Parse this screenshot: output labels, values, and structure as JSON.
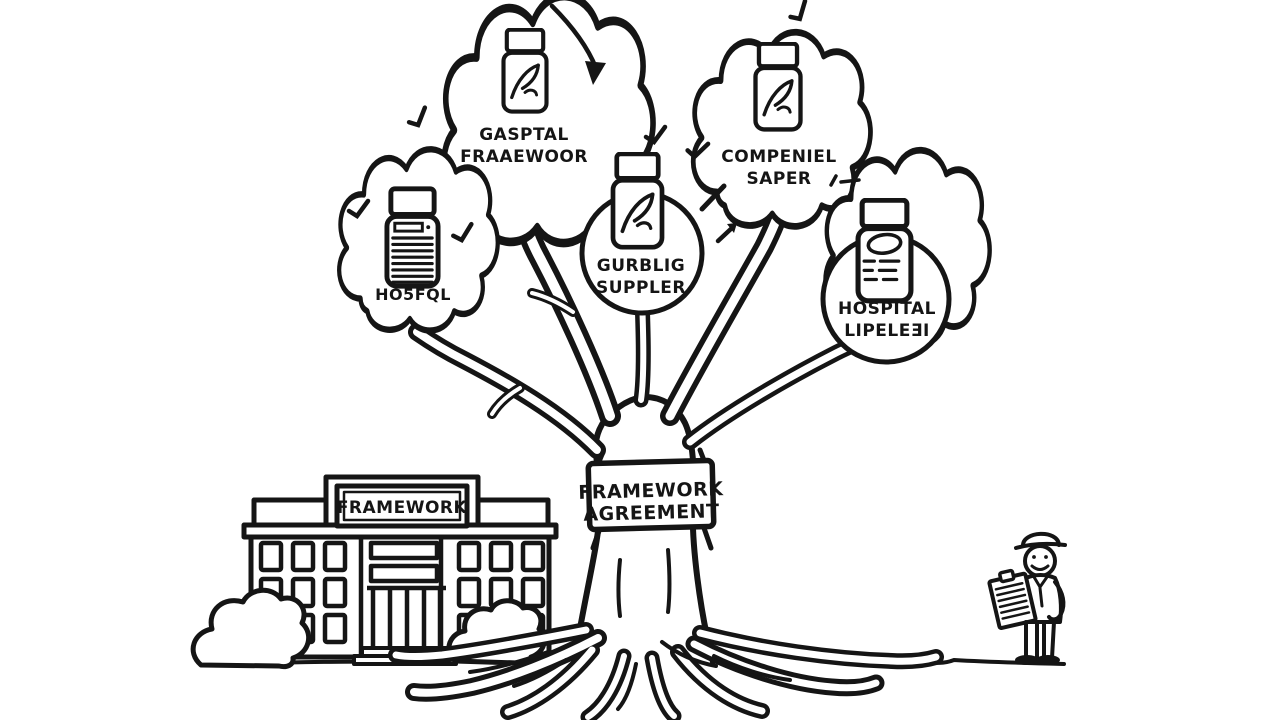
{
  "scene": {
    "description": "Hand-drawn sketch of a tree labelled Framework Agreement; foliage bubbles hold medicine bottles, a hospital building stands left, an inspector with clipboard stands right",
    "colors": {
      "ink": "#151515",
      "background": "#ffffff"
    }
  },
  "tree": {
    "trunk_sign": {
      "line1": "FRAMEWORK",
      "line2": "AGREEMENT"
    },
    "nodes": [
      {
        "id": "top-left",
        "icon": "pill-bottle-icon",
        "label_line1": "GASPTAL",
        "label_line2": "FRAAEWOOR"
      },
      {
        "id": "top-right",
        "icon": "pill-bottle-icon",
        "label_line1": "COMPENIEL",
        "label_line2": "SAPER"
      },
      {
        "id": "center",
        "icon": "pill-bottle-icon",
        "label_line1": "GURBLIG",
        "label_line2": "SUPPLER"
      },
      {
        "id": "left",
        "icon": "pill-bottle-striped-icon",
        "label_line1": "HO5FQL",
        "label_line2": ""
      },
      {
        "id": "right",
        "icon": "pill-bottle-notes-icon",
        "label_line1": "HOSPITAL",
        "label_line2": "LIPELEƎI"
      }
    ]
  },
  "building": {
    "sign": "FRAMEWORK"
  },
  "figures": {
    "person": "inspector-with-clipboard"
  }
}
